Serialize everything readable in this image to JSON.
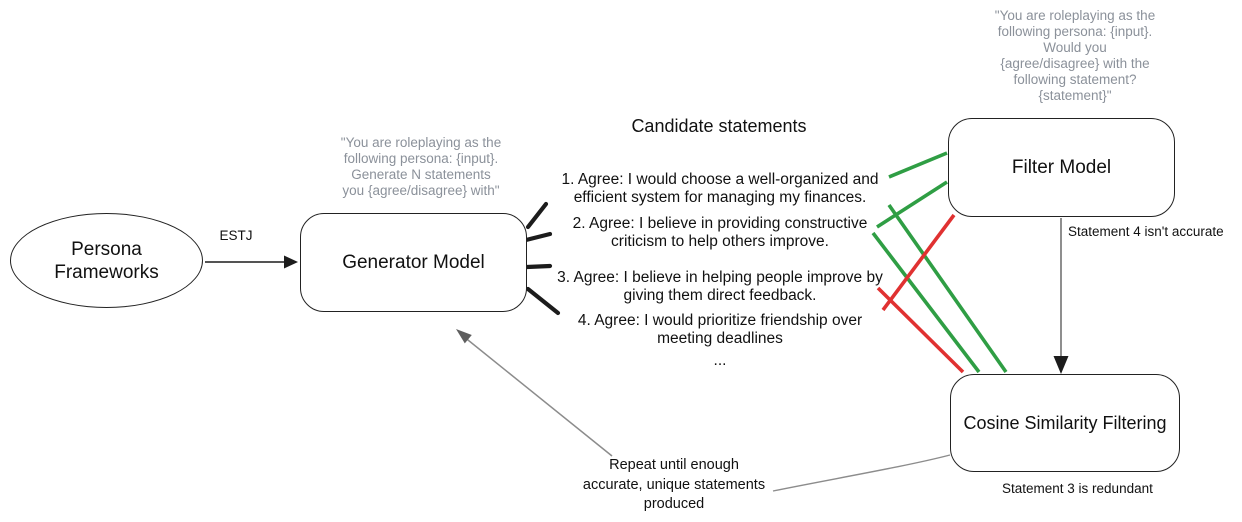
{
  "colors": {
    "accept_green": "#2f9e44",
    "reject_red": "#e03131",
    "prompt_gray": "#8b919a",
    "connector_gray": "#8c8c8c",
    "mid_gray": "#5f5f5f",
    "line_black": "#1c1c1c"
  },
  "nodes": {
    "persona": "Persona\nFrameworks",
    "generator": "Generator Model",
    "filter": "Filter Model",
    "cosine": "Cosine Similarity Filtering"
  },
  "prompts": {
    "generator": "\"You are roleplaying as the\nfollowing persona: {input}.\nGenerate N statements\nyou {agree/disagree} with\"",
    "filter": "\"You are roleplaying as the\nfollowing persona: {input}.\nWould you\n{agree/disagree} with the\nfollowing statement?\n{statement}\""
  },
  "labels": {
    "estj": "ESTJ"
  },
  "candidates": {
    "heading": "Candidate statements",
    "statements": [
      "1. Agree: I would choose a well-organized and\nefficient system for managing my finances.",
      "2. Agree: I believe in providing constructive\ncriticism to help others improve.",
      "3. Agree: I believe in helping people improve by\ngiving them direct feedback.",
      "4. Agree: I would prioritize friendship over\nmeeting deadlines"
    ],
    "ellipsis": "..."
  },
  "notes": {
    "statement4": "Statement 4 isn't accurate",
    "statement3": "Statement 3 is redundant",
    "repeat": "Repeat until enough\naccurate, unique statements\nproduced"
  }
}
